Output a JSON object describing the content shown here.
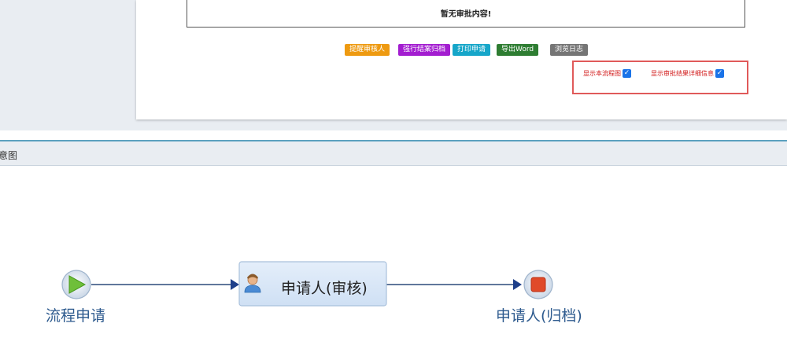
{
  "notice": {
    "text": "暂无审批内容!"
  },
  "actions": [
    {
      "label": "提醒审核人",
      "color": "#ee9a11"
    },
    {
      "label": "强行结案归档",
      "color": "#a31dd0"
    },
    {
      "label": "打印申请",
      "color": "#16a6c9"
    },
    {
      "label": "导出Word",
      "color": "#2e7d32"
    },
    {
      "label": "浏览日志",
      "color": "#757575"
    }
  ],
  "options": {
    "show_flowchart": {
      "label": "显示本流程图",
      "checked": true
    },
    "show_result_detail": {
      "label": "显示审批结果详细信息",
      "checked": true
    }
  },
  "section": {
    "title": "意图"
  },
  "flow": {
    "start_label": "流程申请",
    "task_label": "申请人(审核)",
    "end_label": "申请人(归档)"
  }
}
